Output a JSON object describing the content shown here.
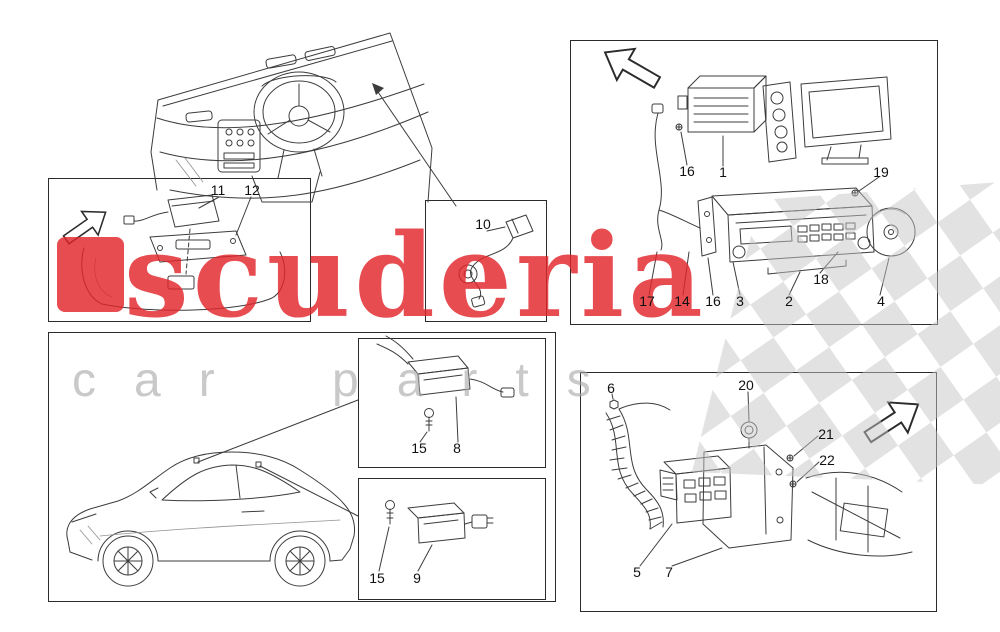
{
  "colors": {
    "background": "#ffffff",
    "line_art": "#3c3c3c",
    "box_border": "#2b2b2b",
    "watermark_red": "#e2252b",
    "watermark_gray": "#a8a8a8",
    "checker_gray": "#c4c4c4"
  },
  "watermark": {
    "brand": "scuderia",
    "subtitle": "car parts"
  },
  "callouts": [
    "11",
    "12",
    "10",
    "16",
    "1",
    "19",
    "17",
    "14",
    "16",
    "3",
    "2",
    "18",
    "4",
    "15",
    "8",
    "15",
    "9",
    "6",
    "20",
    "21",
    "22",
    "5",
    "7"
  ]
}
